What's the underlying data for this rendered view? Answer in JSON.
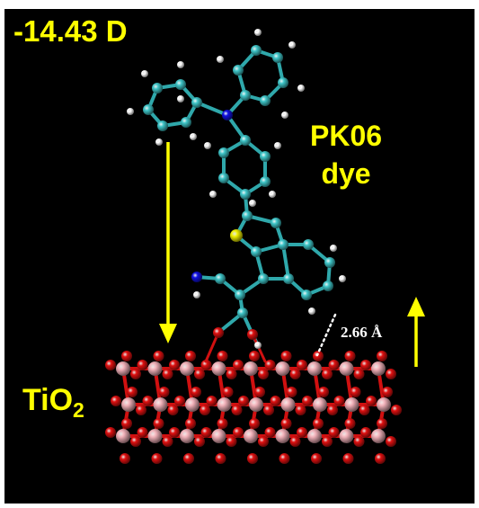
{
  "labels": {
    "dipole_moment": "-14.43 D",
    "dye_name_line1": "PK06",
    "dye_name_line2": "dye",
    "substrate_main": "TiO",
    "substrate_subscript": "2",
    "bond_distance": "2.66 Å"
  },
  "colors": {
    "background": "#000000",
    "label_yellow": "#ffff00",
    "bond_label_white": "#ffffff",
    "carbon": "#3fc6c9",
    "hydrogen": "#ffffff",
    "nitrogen": "#1010e0",
    "sulfur": "#f0f000",
    "oxygen": "#e01010",
    "titanium": "#f0b0b8"
  }
}
